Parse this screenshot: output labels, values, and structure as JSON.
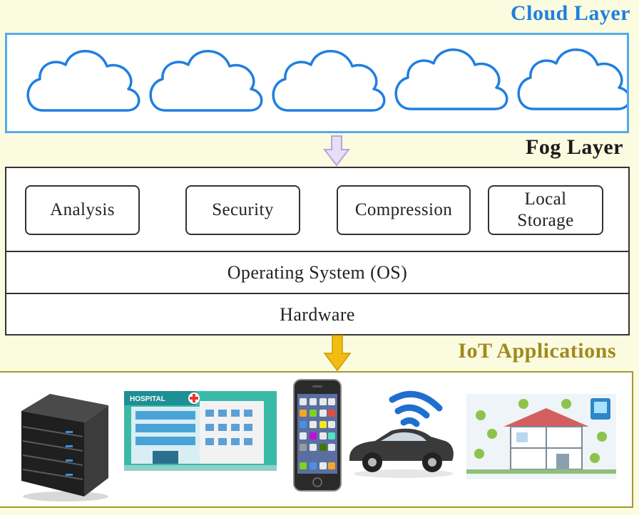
{
  "layers": {
    "cloud": {
      "title": "Cloud Layer",
      "cloud_count": 5
    },
    "fog": {
      "title": "Fog Layer",
      "modules": [
        "Analysis",
        "Security",
        "Compression",
        "Local Storage"
      ],
      "rows": [
        "Operating System (OS)",
        "Hardware"
      ]
    },
    "iot": {
      "title": "IoT Applications",
      "devices": [
        "server-icon",
        "hospital-icon",
        "smartphone-icon",
        "connected-car-icon",
        "smart-home-icon"
      ],
      "hospital_sign": "HOSPITAL"
    }
  },
  "colors": {
    "background": "#fbfbe0",
    "cloud": "#1f7fe0",
    "cloud_border": "#56aae8",
    "fog_arrow": "#c9b7e6",
    "iot_arrow": "#e6b400",
    "iot_title": "#9e8a1d"
  }
}
